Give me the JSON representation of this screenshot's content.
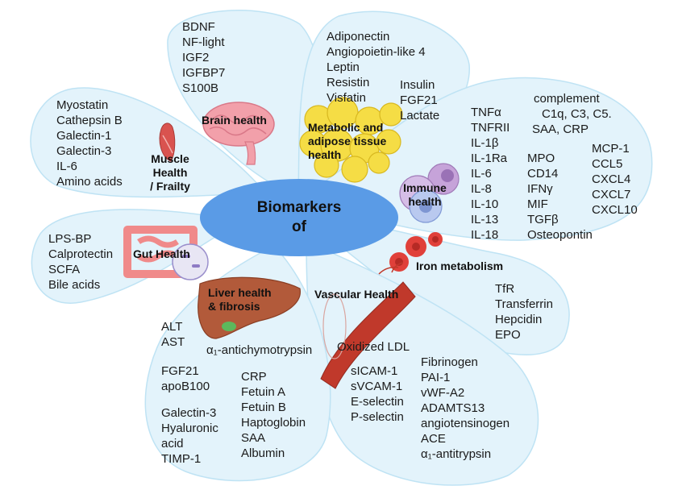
{
  "center": {
    "line1": "Biomarkers",
    "line2": "of"
  },
  "colors": {
    "petal_fill": "#e3f3fb",
    "petal_stroke": "#bfe3f4",
    "center_fill": "#5a9be6",
    "brain": "#f2a0aa",
    "fat": "#f5dd45",
    "liver": "#b25a3a",
    "vessel": "#c0392b",
    "gut": "#f08a8a",
    "muscle": "#d9534f",
    "immune": "#c6a3d9",
    "rbc": "#e0403a"
  },
  "icons": [
    "brain-icon",
    "fat-cells-icon",
    "muscle-icon",
    "immune-cells-icon",
    "red-blood-cells-icon",
    "intestine-icon",
    "liver-icon",
    "blood-vessel-icon"
  ],
  "brain": {
    "title": "Brain health",
    "items": [
      "BDNF",
      "NF-light",
      "IGF2",
      "IGFBP7",
      "S100B"
    ]
  },
  "metabolic": {
    "title_lines": [
      "Metabolic and",
      "adipose tissue",
      "health"
    ],
    "items_a": [
      "Adiponectin",
      "Angiopoietin-like 4",
      "Leptin",
      "Resistin",
      "Visfatin"
    ],
    "items_b": [
      "Insulin",
      "FGF21",
      "Lactate"
    ]
  },
  "muscle": {
    "title_lines": [
      "Muscle",
      "Health",
      "/ Frailty"
    ],
    "items": [
      "Myostatin",
      "Cathepsin B",
      "Galectin-1",
      "Galectin-3",
      "IL-6",
      "Amino acids"
    ]
  },
  "immune": {
    "title_lines": [
      "Immune",
      "health"
    ],
    "col1": [
      "TNFα",
      "TNFRII",
      "IL-1β",
      "IL-1Ra",
      "IL-6",
      "IL-8",
      "IL-10",
      "IL-13",
      "IL-18"
    ],
    "complement": [
      "complement",
      "C1q, C3, C5.",
      "SAA, CRP"
    ],
    "col2": [
      "MPO",
      "CD14",
      "IFNγ",
      "MIF",
      "TGFβ",
      "Osteopontin"
    ],
    "col3": [
      "MCP-1",
      "CCL5",
      "CXCL4",
      "CXCL7",
      "CXCL10"
    ]
  },
  "iron": {
    "title": "Iron metabolism",
    "items": [
      "TfR",
      "Transferrin",
      "Hepcidin",
      "EPO"
    ]
  },
  "gut": {
    "title": "Gut Health",
    "items": [
      "LPS-BP",
      "Calprotectin",
      "SCFA",
      "Bile acids"
    ]
  },
  "liver": {
    "title_lines": [
      "Liver health",
      "& fibrosis"
    ],
    "group1": [
      "ALT",
      "AST"
    ],
    "antichymo": "α₁-antichymotrypsin",
    "group2": [
      "FGF21",
      "apoB100"
    ],
    "group3": [
      "Galectin-3",
      "Hyaluronic",
      "acid",
      "TIMP-1"
    ],
    "group4": [
      "CRP",
      "Fetuin A",
      "Fetuin B",
      "Haptoglobin",
      "SAA",
      "Albumin"
    ]
  },
  "vascular": {
    "title": "Vascular Health",
    "oxldl": "Oxidized LDL",
    "group1": [
      "sICAM-1",
      "sVCAM-1",
      "E-selectin",
      "P-selectin"
    ],
    "group2": [
      "Fibrinogen",
      "PAI-1",
      "vWF-A2",
      "ADAMTS13",
      "angiotensinogen",
      "ACE",
      "α₁-antitrypsin"
    ]
  }
}
